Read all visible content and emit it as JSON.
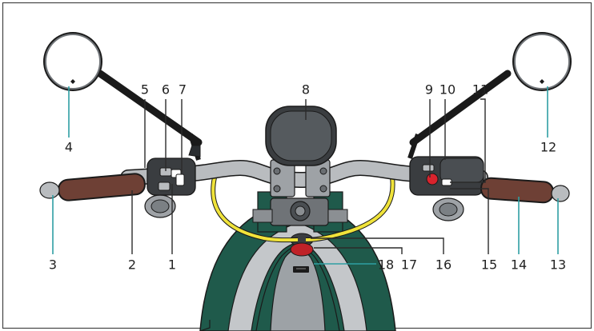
{
  "figure": {
    "callouts": [
      {
        "id": "c1",
        "label": "1"
      },
      {
        "id": "c2",
        "label": "2"
      },
      {
        "id": "c3",
        "label": "3"
      },
      {
        "id": "c4",
        "label": "4"
      },
      {
        "id": "c5",
        "label": "5"
      },
      {
        "id": "c6",
        "label": "6"
      },
      {
        "id": "c7",
        "label": "7"
      },
      {
        "id": "c8",
        "label": "8"
      },
      {
        "id": "c9",
        "label": "9"
      },
      {
        "id": "c10",
        "label": "10"
      },
      {
        "id": "c11",
        "label": "11"
      },
      {
        "id": "c12",
        "label": "12"
      },
      {
        "id": "c13",
        "label": "13"
      },
      {
        "id": "c14",
        "label": "14"
      },
      {
        "id": "c15",
        "label": "15"
      },
      {
        "id": "c16",
        "label": "16"
      },
      {
        "id": "c17",
        "label": "17"
      },
      {
        "id": "c18",
        "label": "18"
      }
    ],
    "colors": {
      "tank_green": "#1f5a4b",
      "tank_gray": "#c4c7ca",
      "handlebar": "#b9bcbf",
      "grip": "#6e4035",
      "cable_yellow": "#f0e33a",
      "lead_teal": "#2e9fa3",
      "body_dark": "#3a3d40",
      "red_button": "#d9232d"
    }
  }
}
